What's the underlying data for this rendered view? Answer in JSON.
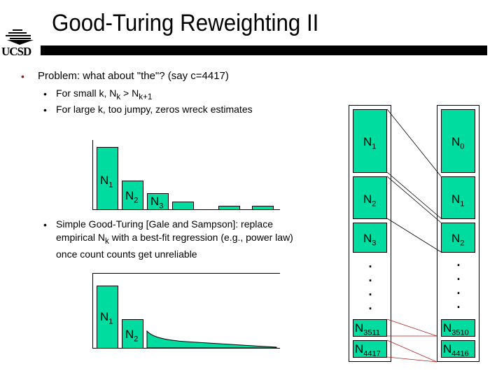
{
  "title": "Good-Turing Reweighting II",
  "logo": {
    "text": "UCSD"
  },
  "bullets": {
    "b1": "Problem: what about \"the\"?  (say c=4417)",
    "b1a_pre": "For small k, N",
    "b1a_sub1": "k",
    "b1a_mid": " > N",
    "b1a_sub2": "k+1",
    "b1b": "For large k, too jumpy, zeros wreck estimates",
    "b2_l1": "Simple Good-Turing [Gale and Sampson]: replace",
    "b2_l2_pre": "empirical N",
    "b2_l2_sub": "k",
    "b2_l2_post": " with a best-fit regression (e.g., power law)",
    "b2_l3": "once count counts get unreliable",
    "bullet_char": "•"
  },
  "charts": {
    "N": "N",
    "top": {
      "labels": [
        "1",
        "2",
        "3"
      ],
      "relative_values": [
        1.0,
        0.47,
        0.27,
        0.13,
        0.07,
        0.07
      ]
    },
    "bottom": {
      "labels": [
        "1",
        "2"
      ]
    }
  },
  "diagram": {
    "N": "N",
    "left": [
      "1",
      "2",
      "3",
      "3511",
      "4417"
    ],
    "right": [
      "0",
      "1",
      "2",
      "3510",
      "4416"
    ],
    "dot": "."
  },
  "colors": {
    "box_fill": "#00dba0",
    "bullet": "#8b1a1a",
    "red_line": "#b22222"
  }
}
